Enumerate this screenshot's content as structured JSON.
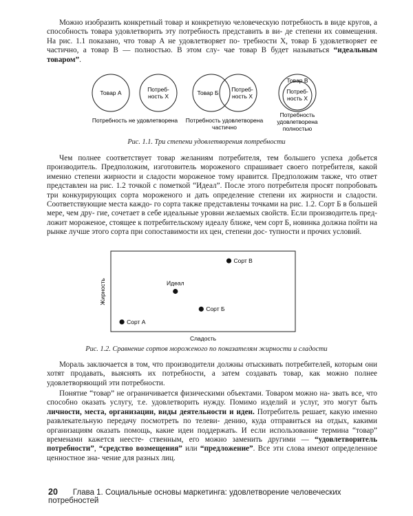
{
  "paragraph1": {
    "line1": "Можно изобразить конкретный товар и конкретную человеческую потребность",
    "line2": "в виде кругов, а способность товара удовлетворить эту потребность представить в ви-",
    "line3": "де степени их совмещения. На рис. 1.1 показано, что товар А не удовлетворяет по-",
    "line4": "требности X, товар Б удовлетворяет ее частично, а товар В — полностью. В этом слу-",
    "line5_plain": "чае товар В будет называться ",
    "line5_bold": "“идеальным товаром”",
    "line5_end": "."
  },
  "figure1": {
    "g1": {
      "left": "Товар А",
      "right_1": "Потреб-",
      "right_2": "ность X",
      "cap": "Потребность не удовлетворена"
    },
    "g2": {
      "left": "Товар Б",
      "right_1": "Потреб-",
      "right_2": "ность X",
      "cap_1": "Потребность удовлетворена",
      "cap_2": "частично"
    },
    "g3": {
      "top_1": "Товар В",
      "top_2": "Потреб-",
      "top_3": "ность X",
      "cap_1": "Потребность",
      "cap_2": "удовлетворена",
      "cap_3": "полностью"
    },
    "caption": "Рис. 1.1. Три степени удовлетворения потребности"
  },
  "paragraph2": {
    "line1": "Чем полнее соответствует товар желаниям потребителя, тем большего успеха",
    "line2": "добьется производитель. Предположим, изготовитель мороженого спрашивает своего",
    "line3": "потребителя, какой именно степени жирности и сладости мороженое тому нравится.",
    "line4": "Предположим также, что ответ представлен на рис. 1.2 точкой с пометкой “Идеал”.",
    "line5": "После этого потребителя просят попробовать три конкурирующих сорта мороженого",
    "line6": "и дать определение степени их жирности и сладости. Соответствующие места каждо-",
    "line7": "го сорта также представлены точками на рис. 1.2. Сорт Б в большей мере, чем дру-",
    "line8": "гие, сочетает в себе идеальные уровни желаемых свойств. Если производитель пред-",
    "line9": "ложит мороженое, стоящее к потребительскому идеалу ближе, чем сорт Б, новинка",
    "line10": "должна пойти на рынке лучше этого сорта при сопоставимости их цен, степени дос-",
    "line11": "тупности и прочих условий."
  },
  "chart_data": {
    "type": "scatter",
    "xlabel": "Сладость",
    "ylabel": "Жирность",
    "xlim": [
      0,
      10
    ],
    "ylim": [
      0,
      10
    ],
    "grid": false,
    "points": [
      {
        "label": "Сорт В",
        "x": 6.4,
        "y": 8.8
      },
      {
        "label": "Идеал",
        "x": 3.5,
        "y": 5.0
      },
      {
        "label": "Сорт Б",
        "x": 4.9,
        "y": 2.8
      },
      {
        "label": "Сорт А",
        "x": 0.6,
        "y": 1.2
      }
    ],
    "caption": "Рис. 1.2. Сравнение сортов мороженого по показателям жирности и сладости"
  },
  "paragraph3": {
    "line1": "Мораль заключается в том, что производители должны отыскивать потребителей,",
    "line2": "которым они хотят продавать, выяснять их потребности, а затем создавать товар,",
    "line3": "как можно полнее удовлетворяющий эти потребности."
  },
  "paragraph4": {
    "line1": "Понятие “товар” не ограничивается физическими объектами. Товаром можно на-",
    "line2": "звать все, что способно оказать услугу, т.е. удовлетворить нужду. Помимо изделий",
    "line3_plain": "и услуг, это могут быть ",
    "line3_bold": "личности, места, организации, виды деятельности и идеи.",
    "line4": "Потребитель решает, какую именно развлекательную передачу посмотреть по телеви-",
    "line5": "дению, куда отправиться на отдых, какими организациям оказать помощь, какие",
    "line6": "идеи поддержать. И если использование термина “товар” временами кажется неесте-",
    "line7_plain": "ственным, его можно заменить другими — ",
    "line7_bold1": "“удовлетворитель потребности”",
    "line7_mid": ", ",
    "line7_bold2": "“средство",
    "line8_bold": "возмещения”",
    "line8_mid": " или ",
    "line8_bold2": "“предложение”",
    "line8_end": ". Все эти слова имеют определенное ценностное зна-",
    "line9": "чение для разных лиц."
  },
  "footer": {
    "page_number": "20",
    "chapter": "Глава 1. Социальные основы маркетинга: удовлетворение человеческих потребностей"
  }
}
